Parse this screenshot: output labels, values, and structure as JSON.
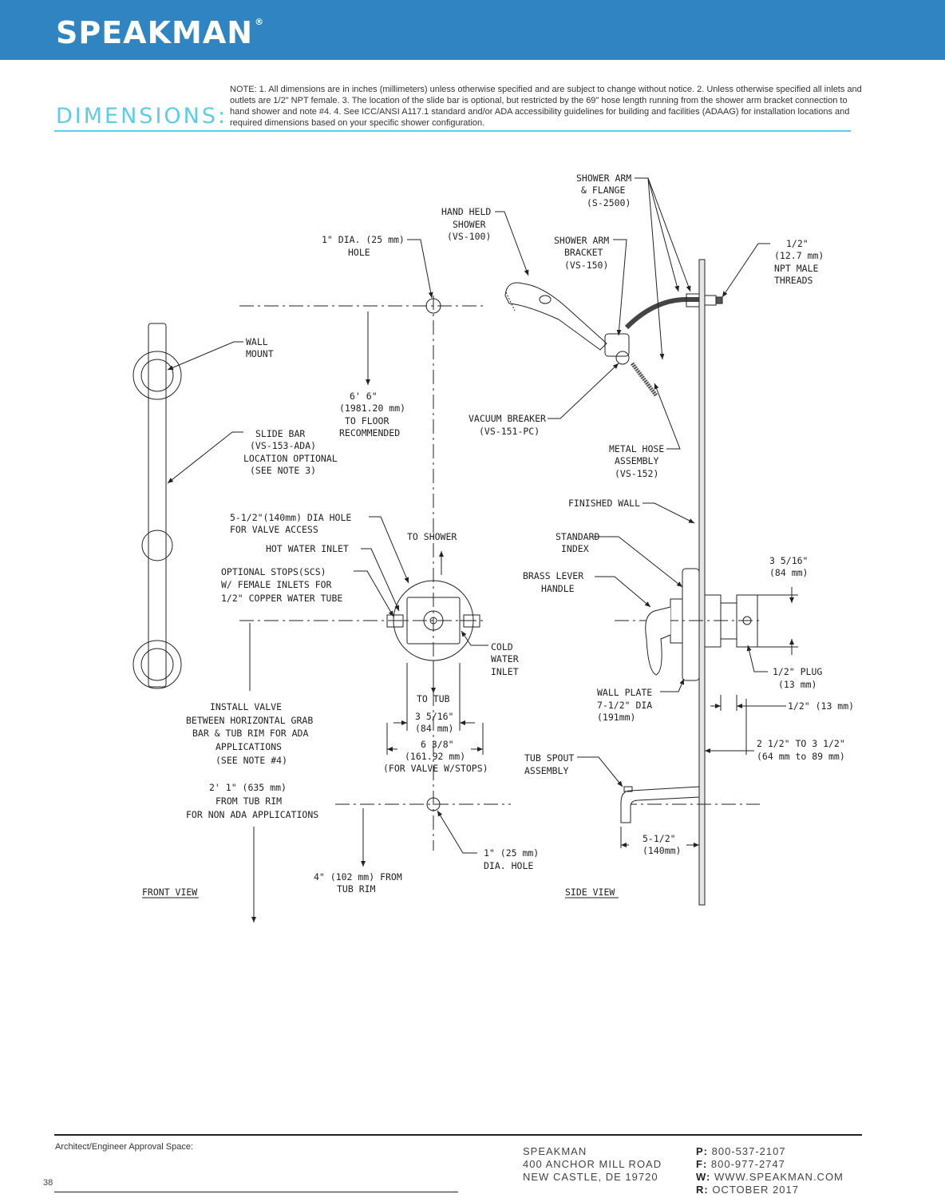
{
  "header": {
    "brand": "SPEAKMAN",
    "reg_mark": "®",
    "background": "#2f84c1"
  },
  "section_title": "DIMENSIONS:",
  "accent_color": "#5ccde8",
  "note": "NOTE: 1. All dimensions are in inches (millimeters) unless otherwise specified and are subject to change without notice. 2. Unless otherwise specified all inlets and outlets are 1/2\" NPT female. 3. The location of the slide bar is optional, but restricted by the 69\" hose length running from the shower arm bracket connection to hand shower and note #4. 4. See ICC/ANSI A117.1 standard and/or ADA accessibility guidelines for building and facilities (ADAAG) for installation locations and required dimensions based on your specific shower configuration.",
  "drawing": {
    "front_view": {
      "view_title": "FRONT VIEW",
      "hole_top": [
        "1\" DIA. (25 mm)",
        "HOLE"
      ],
      "height": [
        "6' 6\"",
        "(1981.20 mm)",
        "TO FLOOR",
        "RECOMMENDED"
      ],
      "wall_mount": [
        "WALL",
        "MOUNT"
      ],
      "slide_bar": [
        "SLIDE BAR",
        "(VS-153-ADA)",
        "LOCATION OPTIONAL",
        "(SEE NOTE 3)"
      ],
      "dia_hole": [
        "5-1/2\"(140mm) DIA HOLE",
        "FOR VALVE ACCESS"
      ],
      "hot_inlet": "HOT WATER INLET",
      "to_shower": "TO SHOWER",
      "stops": [
        "OPTIONAL STOPS(SCS)",
        "W/ FEMALE INLETS FOR",
        "1/2\" COPPER WATER TUBE"
      ],
      "cold_inlet": [
        "COLD",
        "WATER",
        "INLET"
      ],
      "to_tub": "TO TUB",
      "dim_3_5_16": [
        "3 5/16\"",
        "(84 mm)"
      ],
      "dim_6_3_8": [
        "6 3/8\"",
        "(161.92 mm)",
        "(FOR VALVE W/STOPS)"
      ],
      "install": [
        "INSTALL VALVE",
        "BETWEEN HORIZONTAL GRAB",
        "BAR & TUB RIM FOR ADA",
        "APPLICATIONS",
        "(SEE NOTE #4)"
      ],
      "from_tub": [
        "2' 1\" (635 mm)",
        "FROM TUB RIM",
        "FOR NON ADA APPLICATIONS"
      ],
      "hole_bottom": [
        "1\" (25 mm)",
        "DIA. HOLE"
      ],
      "tub_rim": [
        "4\" (102 mm) FROM",
        "TUB RIM"
      ]
    },
    "side_view": {
      "view_title": "SIDE VIEW",
      "shower_arm": [
        "SHOWER ARM",
        "& FLANGE",
        "(S-2500)"
      ],
      "hand_held": [
        "HAND HELD",
        "SHOWER",
        "(VS-100)"
      ],
      "arm_bracket": [
        "SHOWER ARM",
        "BRACKET",
        "(VS-150)"
      ],
      "npt": [
        "1/2\"",
        "(12.7 mm)",
        "NPT MALE",
        "THREADS"
      ],
      "vacuum": [
        "VACUUM BREAKER",
        "(VS-151-PC)"
      ],
      "hose": [
        "METAL HOSE",
        "ASSEMBLY",
        "(VS-152)"
      ],
      "finished_wall": "FINISHED WALL",
      "standard_index": [
        "STANDARD",
        "INDEX"
      ],
      "lever": [
        "BRASS LEVER",
        "HANDLE"
      ],
      "dim_3_5_16": [
        "3 5/16\"",
        "(84 mm)"
      ],
      "plug": [
        "1/2\" PLUG",
        "(13 mm)"
      ],
      "wall_plate": [
        "WALL PLATE",
        "7-1/2\" DIA",
        "(191mm)"
      ],
      "dim_half": "1/2\" (13 mm)",
      "dim_range": [
        "2 1/2\" TO 3 1/2\"",
        "(64 mm to 89 mm)"
      ],
      "spout": [
        "TUB SPOUT",
        "ASSEMBLY"
      ],
      "dim_5_5": [
        "5-1/2\"",
        "(140mm)"
      ]
    }
  },
  "footer": {
    "approval": "Architect/Engineer Approval Space:",
    "page": "38",
    "address": [
      "SPEAKMAN",
      "400 ANCHOR MILL ROAD",
      "NEW CASTLE, DE 19720"
    ],
    "contacts": [
      {
        "label": "P:",
        "value": "800-537-2107"
      },
      {
        "label": "F:",
        "value": "800-977-2747"
      },
      {
        "label": "W:",
        "value": "WWW.SPEAKMAN.COM"
      },
      {
        "label": "R:",
        "value": "OCTOBER 2017"
      }
    ]
  }
}
